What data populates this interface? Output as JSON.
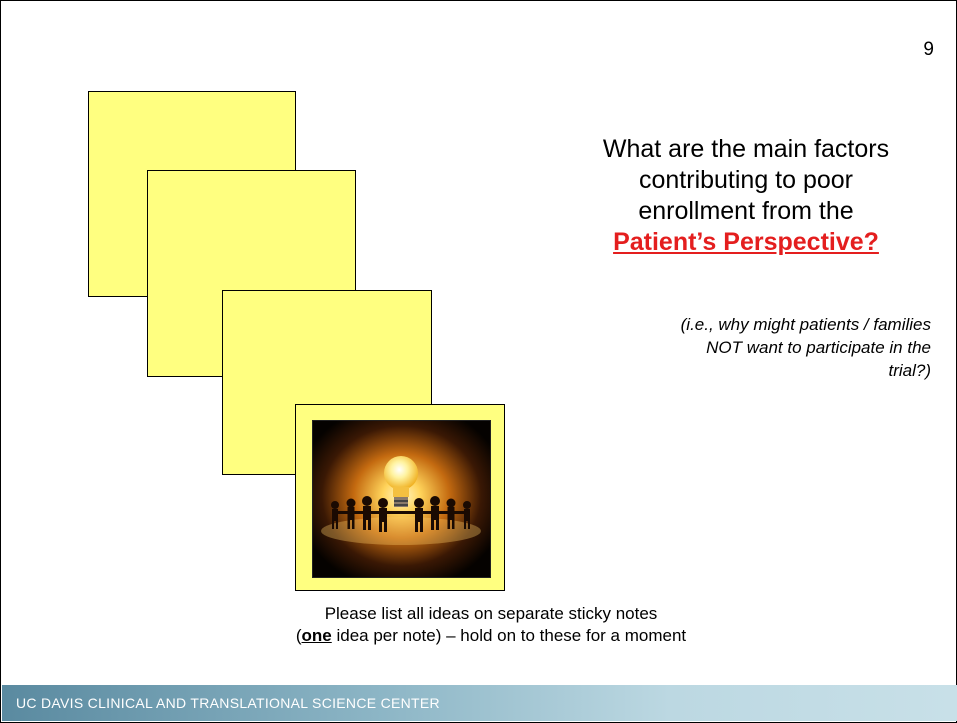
{
  "slide": {
    "number": "9",
    "question_lines": [
      "What are the main factors",
      "contributing to poor",
      "enrollment from the"
    ],
    "question_emphasis": "Patient’s Perspective?",
    "subquestion_lines": [
      "(i.e., why might patients / families",
      "NOT want to participate in the",
      "trial?)"
    ],
    "instructions": {
      "line1": "Please list all ideas on separate sticky notes",
      "open_paren": "(",
      "emphasis": "one",
      "rest": " idea per note) – hold on to these for a moment"
    },
    "footer": "UC DAVIS CLINICAL AND TRANSLATIONAL SCIENCE CENTER"
  },
  "colors": {
    "sticky_note": "#ffff80",
    "emphasis_red": "#e41e1e",
    "footer_blue": "#5a8aa0"
  },
  "image": {
    "icon": "lightbulb-people-circle-icon"
  }
}
